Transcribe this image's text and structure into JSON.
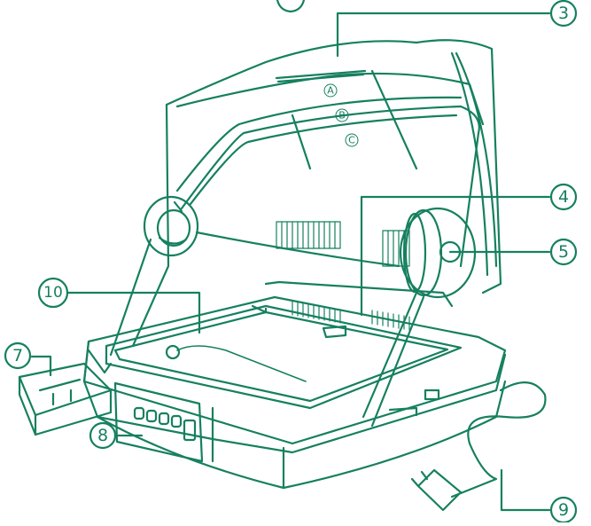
{
  "diagram": {
    "line_color": "#16805f",
    "background": "#ffffff",
    "callouts": [
      {
        "id": "c3",
        "label": "3"
      },
      {
        "id": "c4",
        "label": "4"
      },
      {
        "id": "c5",
        "label": "5"
      },
      {
        "id": "c7",
        "label": "7"
      },
      {
        "id": "c8",
        "label": "8"
      },
      {
        "id": "c9",
        "label": "9"
      },
      {
        "id": "c10",
        "label": "10"
      }
    ],
    "lid_letters": [
      "A",
      "B",
      "C"
    ]
  }
}
